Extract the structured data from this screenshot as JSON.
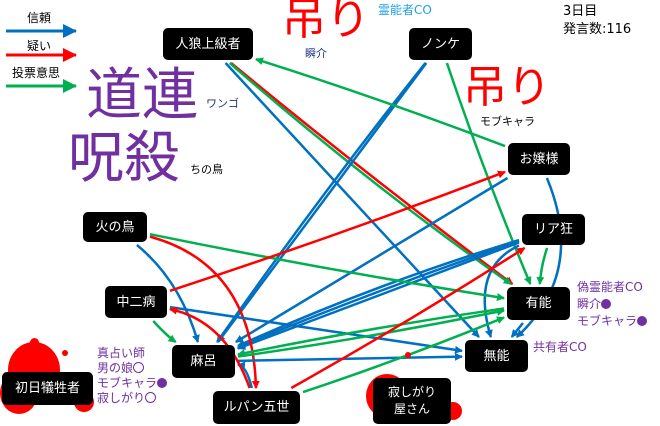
{
  "legend": {
    "trust": "信頼",
    "doubt": "疑い",
    "vote": "投票意思"
  },
  "colors": {
    "trust": "#0070c0",
    "doubt": "#ff0000",
    "vote": "#00b050",
    "annotation": "#7030a0",
    "medium_co": "#1ea0e6"
  },
  "status": {
    "day": "3日目",
    "posts": "発言数:116"
  },
  "overlays": {
    "hang1": "吊り",
    "hang1_name": "瞬介",
    "hang2": "吊り",
    "hang2_name": "モブキャラ",
    "michizure": "道連",
    "michizure_name": "ワンゴ",
    "jusatsu": "呪殺",
    "jusatsu_name": "ちの鳥",
    "medium_co": "霊能者CO"
  },
  "nodes": [
    {
      "id": "jinro",
      "label": "人狼上級者"
    },
    {
      "id": "nonke",
      "label": "ノンケ"
    },
    {
      "id": "ojou",
      "label": "お嬢様"
    },
    {
      "id": "riakyo",
      "label": "リア狂"
    },
    {
      "id": "hinotori",
      "label": "火の鳥"
    },
    {
      "id": "chuni",
      "label": "中二病"
    },
    {
      "id": "yuno",
      "label": "有能"
    },
    {
      "id": "maro",
      "label": "麻呂"
    },
    {
      "id": "muno",
      "label": "無能"
    },
    {
      "id": "shonichi",
      "label": "初日犠牲者"
    },
    {
      "id": "lupin",
      "label": "ルパン五世"
    },
    {
      "id": "sabishi",
      "label": "寂しがり屋さん"
    }
  ],
  "annotations": {
    "maro_side": [
      "真占い師",
      "男の娘",
      "モブキャラ",
      "寂しがり"
    ],
    "yuno_side": [
      "偽霊能者CO",
      "瞬介",
      "モブキャラ"
    ],
    "muno_side": "共有者CO"
  },
  "edges": [
    {
      "from": "jinro",
      "to": "muno",
      "type": "trust"
    },
    {
      "from": "jinro",
      "to": "yuno",
      "type": "doubt"
    },
    {
      "from": "jinro",
      "to": "yuno",
      "type": "vote"
    },
    {
      "from": "nonke",
      "to": "maro",
      "type": "trust"
    },
    {
      "from": "nonke",
      "to": "maro",
      "type": "trust"
    },
    {
      "from": "nonke",
      "to": "yuno",
      "type": "vote"
    },
    {
      "from": "ojou",
      "to": "jinro",
      "type": "vote"
    },
    {
      "from": "ojou",
      "to": "maro",
      "type": "trust"
    },
    {
      "from": "ojou",
      "to": "muno",
      "type": "trust"
    },
    {
      "from": "riakyo",
      "to": "maro",
      "type": "trust"
    },
    {
      "from": "riakyo",
      "to": "maro",
      "type": "trust"
    },
    {
      "from": "riakyo",
      "to": "maro",
      "type": "trust"
    },
    {
      "from": "riakyo",
      "to": "muno",
      "type": "trust"
    },
    {
      "from": "riakyo",
      "to": "yuno",
      "type": "vote"
    },
    {
      "from": "hinotori",
      "to": "maro",
      "type": "trust"
    },
    {
      "from": "hinotori",
      "to": "yuno",
      "type": "vote"
    },
    {
      "from": "hinotori",
      "to": "lupin",
      "type": "doubt"
    },
    {
      "from": "chuni",
      "to": "maro",
      "type": "vote"
    },
    {
      "from": "chuni",
      "to": "ojou",
      "type": "doubt"
    },
    {
      "from": "chuni",
      "to": "muno",
      "type": "trust"
    },
    {
      "from": "yuno",
      "to": "muno",
      "type": "trust"
    },
    {
      "from": "yuno",
      "to": "maro",
      "type": "vote"
    },
    {
      "from": "maro",
      "to": "yuno",
      "type": "vote"
    },
    {
      "from": "maro",
      "to": "muno",
      "type": "trust"
    },
    {
      "from": "lupin",
      "to": "maro",
      "type": "trust"
    },
    {
      "from": "lupin",
      "to": "riakyo",
      "type": "doubt"
    },
    {
      "from": "lupin",
      "to": "yuno",
      "type": "vote"
    },
    {
      "from": "lupin",
      "to": "chuni",
      "type": "doubt"
    }
  ]
}
